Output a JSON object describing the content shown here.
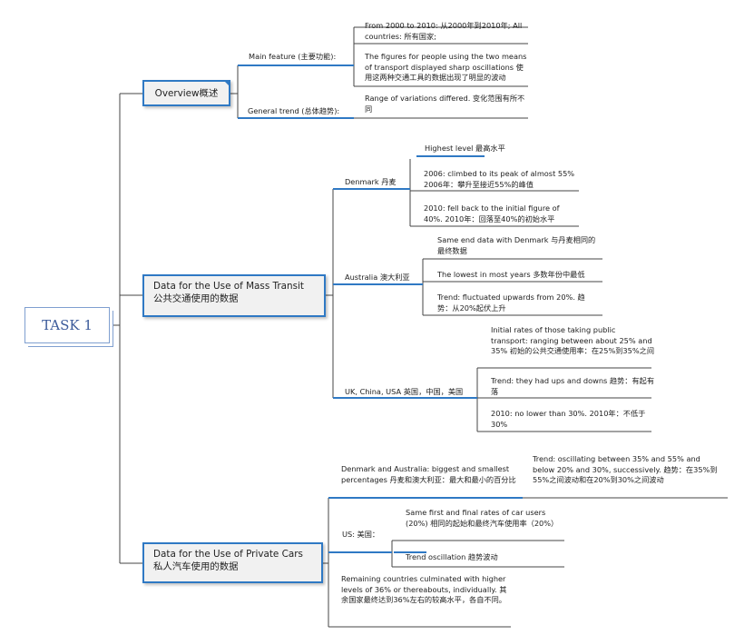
{
  "root": {
    "label": "TASK 1"
  },
  "overview": {
    "label": "Overview概述",
    "main_feature": {
      "label": "Main feature (主要功能):",
      "items": [
        "From 2000 to 2010: 从2000年到2010年; All countries: 所有国家;",
        "The figures for people using the two means of transport displayed sharp oscillations 使用这两种交通工具的数据出现了明显的波动"
      ]
    },
    "general_trend": {
      "label": "General trend (总体趋势):",
      "items": [
        "Range of variations differed. 变化范围有所不同"
      ]
    }
  },
  "mass_transit": {
    "label_en": "Data for the Use of Mass Transit",
    "label_cn": "公共交通使用的数据",
    "denmark": {
      "label": "Denmark 丹麦",
      "highest": "Highest level 最高水平",
      "items": [
        "2006: climbed to its peak of almost 55% 2006年：攀升至接近55%的峰值",
        "2010: fell back to the initial figure of 40%. 2010年：回落至40%的初始水平"
      ]
    },
    "australia": {
      "label": "Australia 澳大利亚",
      "items": [
        "Same end data with Denmark 与丹麦相同的最终数据",
        "The lowest in most years 多数年份中最低",
        "Trend: fluctuated upwards from 20%. 趋势：从20%起伏上升"
      ]
    },
    "others": {
      "label": "UK, China, USA 英国，中国，美国",
      "items": [
        "Initial rates of those taking public transport: ranging between about 25% and 35% 初始的公共交通使用率：在25%到35%之间",
        "Trend: they had ups and downs 趋势：有起有落",
        "2010: no lower than 30%. 2010年：不低于30%"
      ]
    }
  },
  "private_cars": {
    "label_en": "Data for the Use of Private Cars",
    "label_cn": "私人汽车使用的数据",
    "dk_au": {
      "label": "Denmark and Australia: biggest and smallest percentages 丹麦和澳大利亚：最大和最小的百分比",
      "trend": "Trend: oscillating between 35% and 55% and below 20% and 30%, successively. 趋势：在35%到55%之间波动和在20%到30%之间波动"
    },
    "us": {
      "label": "US: 美国：",
      "items": [
        "Same first and final rates of car users (20%) 相同的起始和最终汽车使用率（20%）",
        "Trend oscillation 趋势波动"
      ]
    },
    "remaining": "Remaining countries culminated with higher levels of 36% or thereabouts, individually. 其余国家最终达到36%左右的较高水平，各自不同。"
  }
}
